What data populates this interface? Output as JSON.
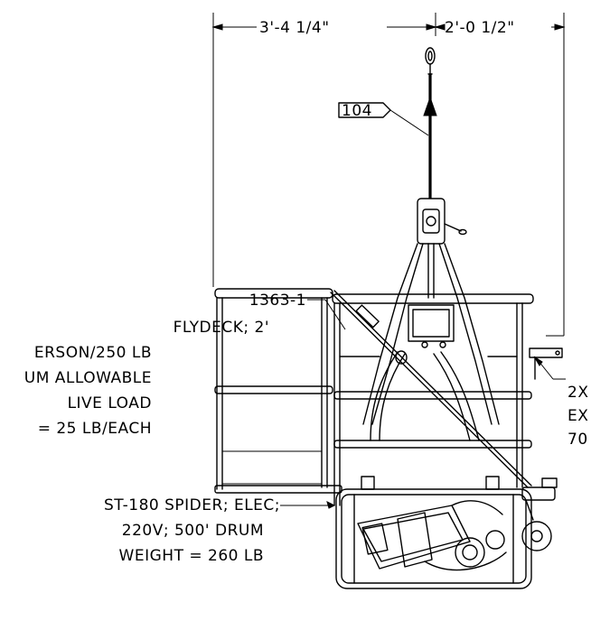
{
  "dimensions": {
    "left_width": "3'-4 1/4\"",
    "right_width": "2'-0 1/2\""
  },
  "callout_tag": "104",
  "flydeck_note": [
    "1363-1",
    "FLYDECK; 2'",
    "ERSON/250 LB",
    "UM ALLOWABLE",
    "LIVE LOAD",
    "= 25 LB/EACH"
  ],
  "right_note": [
    "2X",
    "EX",
    "70"
  ],
  "spider_note": [
    "ST-180 SPIDER; ELEC;",
    "220V; 500' DRUM",
    "WEIGHT = 260 LB"
  ]
}
